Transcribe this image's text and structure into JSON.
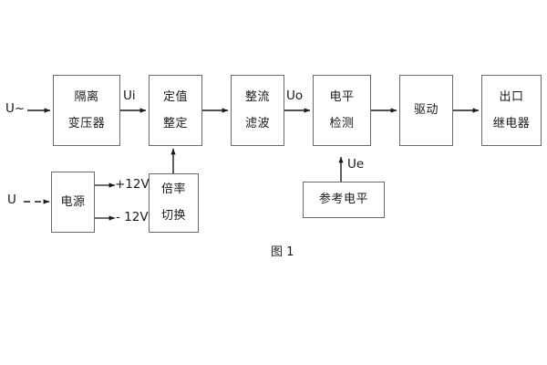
{
  "figure": {
    "caption": "图 1",
    "background": "#ffffff",
    "stroke_color": "#6b6b6b",
    "arrow_color": "#1a1a1a",
    "text_color": "#1a1a1a"
  },
  "signal_labels": {
    "ac_input": "U~",
    "dc_input": "U",
    "ui": "Ui",
    "uo": "Uo",
    "ue": "Ue",
    "plus_12v": "+12V",
    "minus_12v": "- 12V"
  },
  "blocks": {
    "isolation_transformer": {
      "line1": "隔离",
      "line2": "变压器"
    },
    "setting_value": {
      "line1": "定值",
      "line2": "整定"
    },
    "rectify_filter": {
      "line1": "整流",
      "line2": "滤波"
    },
    "level_detection": {
      "line1": "电平",
      "line2": "检测"
    },
    "drive": {
      "line1": "驱动"
    },
    "output_relay": {
      "line1": "出口",
      "line2": "继电器"
    },
    "power_supply": {
      "line1": "电源"
    },
    "multiplier_switch": {
      "line1": "倍率",
      "line2": "切换"
    },
    "reference_level": {
      "line1": "参考电平"
    }
  },
  "chart_data": {
    "type": "diagram",
    "title": "图 1",
    "subtype": "block-diagram",
    "nodes": [
      {
        "id": "isolation_transformer",
        "label": "隔离变压器",
        "row": "top",
        "order": 1
      },
      {
        "id": "setting_value",
        "label": "定值整定",
        "row": "top",
        "order": 2
      },
      {
        "id": "rectify_filter",
        "label": "整流滤波",
        "row": "top",
        "order": 3
      },
      {
        "id": "level_detection",
        "label": "电平检测",
        "row": "top",
        "order": 4
      },
      {
        "id": "drive",
        "label": "驱动",
        "row": "top",
        "order": 5
      },
      {
        "id": "output_relay",
        "label": "出口继电器",
        "row": "top",
        "order": 6
      },
      {
        "id": "power_supply",
        "label": "电源",
        "row": "bottom",
        "order": 1
      },
      {
        "id": "multiplier_switch",
        "label": "倍率切换",
        "row": "bottom",
        "order": 2
      },
      {
        "id": "reference_level",
        "label": "参考电平",
        "row": "bottom",
        "order": 3
      }
    ],
    "edges": [
      {
        "from": "U~",
        "to": "isolation_transformer",
        "label": "",
        "style": "solid"
      },
      {
        "from": "isolation_transformer",
        "to": "setting_value",
        "label": "Ui",
        "style": "solid"
      },
      {
        "from": "setting_value",
        "to": "rectify_filter",
        "label": "",
        "style": "solid"
      },
      {
        "from": "rectify_filter",
        "to": "level_detection",
        "label": "Uo",
        "style": "solid"
      },
      {
        "from": "level_detection",
        "to": "drive",
        "label": "",
        "style": "solid"
      },
      {
        "from": "drive",
        "to": "output_relay",
        "label": "",
        "style": "solid"
      },
      {
        "from": "U",
        "to": "power_supply",
        "label": "",
        "style": "dashed"
      },
      {
        "from": "power_supply",
        "to": "+12V",
        "label": "+12V",
        "style": "solid"
      },
      {
        "from": "power_supply",
        "to": "- 12V",
        "label": "- 12V",
        "style": "solid"
      },
      {
        "from": "multiplier_switch",
        "to": "setting_value",
        "label": "",
        "style": "solid"
      },
      {
        "from": "reference_level",
        "to": "level_detection",
        "label": "Ue",
        "style": "solid"
      }
    ]
  }
}
